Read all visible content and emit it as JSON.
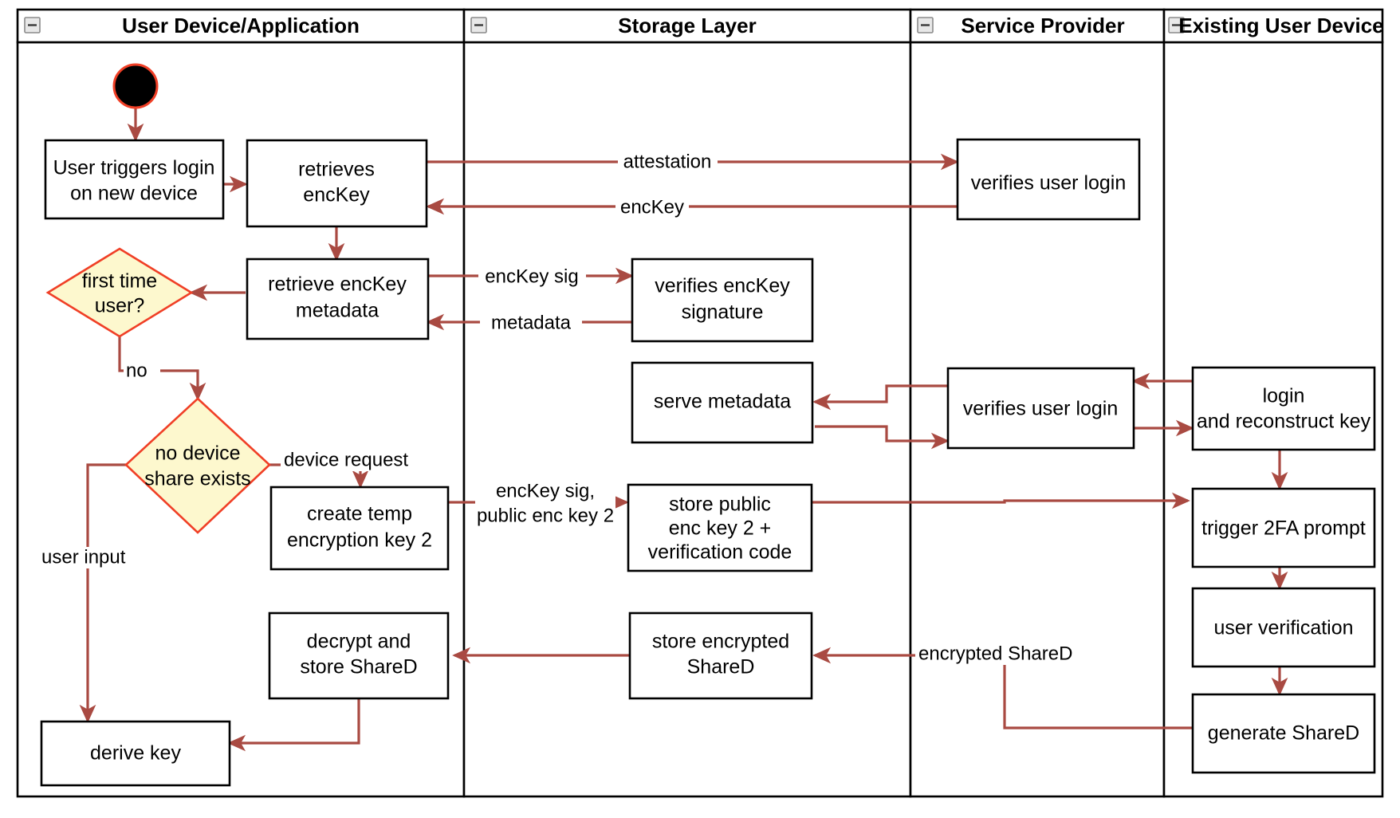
{
  "diagram": {
    "title": "Key recovery / new device login activity diagram",
    "colors": {
      "flow_arrow": "#a94a42",
      "decision_fill": "#fdf8ce",
      "decision_stroke": "#f03f26",
      "node_stroke": "#000000",
      "node_fill": "#ffffff",
      "start_node_fill": "#000000",
      "lane_border": "#000000",
      "background": "#ffffff"
    },
    "lanes": [
      {
        "id": "lane-user-device",
        "label": "User Device/Application",
        "collapse_icon": "minus-icon"
      },
      {
        "id": "lane-storage",
        "label": "Storage Layer",
        "collapse_icon": "minus-icon"
      },
      {
        "id": "lane-service-provider",
        "label": "Service Provider",
        "collapse_icon": "minus-icon"
      },
      {
        "id": "lane-existing-device",
        "label": "Existing User Device",
        "collapse_icon": "minus-icon"
      }
    ],
    "nodes": [
      {
        "id": "start",
        "lane": "lane-user-device",
        "type": "initial",
        "label": ""
      },
      {
        "id": "user-triggers-login",
        "lane": "lane-user-device",
        "type": "action",
        "label": "User triggers login\non new device",
        "lines": [
          "User triggers login",
          "on new device"
        ]
      },
      {
        "id": "retrieves-enckey",
        "lane": "lane-user-device",
        "type": "action",
        "label": "retrieves\nencKey",
        "lines": [
          "retrieves",
          "encKey"
        ]
      },
      {
        "id": "retrieve-enckey-metadata",
        "lane": "lane-user-device",
        "type": "action",
        "label": "retrieve encKey\nmetadata",
        "lines": [
          "retrieve encKey",
          "metadata"
        ]
      },
      {
        "id": "first-time-user",
        "lane": "lane-user-device",
        "type": "decision",
        "label": "first time\nuser?",
        "lines": [
          "first time",
          "user?"
        ]
      },
      {
        "id": "no-device-share-exists",
        "lane": "lane-user-device",
        "type": "decision",
        "label": "no device\nshare exists",
        "lines": [
          "no device",
          "share exists"
        ]
      },
      {
        "id": "create-temp-encryption-key-2",
        "lane": "lane-user-device",
        "type": "action",
        "label": "create temp\nencryption key 2",
        "lines": [
          "create temp",
          "encryption key 2"
        ]
      },
      {
        "id": "decrypt-and-store-shared",
        "lane": "lane-user-device",
        "type": "action",
        "label": "decrypt and\nstore ShareD",
        "lines": [
          "decrypt and",
          "store ShareD"
        ]
      },
      {
        "id": "derive-key",
        "lane": "lane-user-device",
        "type": "action",
        "label": "derive key",
        "lines": [
          "derive key"
        ]
      },
      {
        "id": "verifies-enckey-signature",
        "lane": "lane-storage",
        "type": "action",
        "label": "verifies encKey\nsignature",
        "lines": [
          "verifies encKey",
          "signature"
        ]
      },
      {
        "id": "serve-metadata",
        "lane": "lane-storage",
        "type": "action",
        "label": "serve metadata",
        "lines": [
          "serve metadata"
        ]
      },
      {
        "id": "store-public-enc-key-2",
        "lane": "lane-storage",
        "type": "action",
        "label": "store public\nenc key 2 +\nverification code",
        "lines": [
          "store public",
          "enc key 2 +",
          "verification code"
        ]
      },
      {
        "id": "store-encrypted-shared",
        "lane": "lane-storage",
        "type": "action",
        "label": "store encrypted\nShareD",
        "lines": [
          "store encrypted",
          "ShareD"
        ]
      },
      {
        "id": "verifies-user-login-1",
        "lane": "lane-service-provider",
        "type": "action",
        "label": "verifies user login",
        "lines": [
          "verifies user login"
        ]
      },
      {
        "id": "verifies-user-login-2",
        "lane": "lane-service-provider",
        "type": "action",
        "label": "verifies user login",
        "lines": [
          "verifies user login"
        ]
      },
      {
        "id": "login-and-reconstruct-key",
        "lane": "lane-existing-device",
        "type": "action",
        "label": "login\nand reconstruct key",
        "lines": [
          "login",
          "and reconstruct key"
        ]
      },
      {
        "id": "trigger-2fa-prompt",
        "lane": "lane-existing-device",
        "type": "action",
        "label": "trigger 2FA prompt",
        "lines": [
          "trigger 2FA prompt"
        ]
      },
      {
        "id": "user-verification",
        "lane": "lane-existing-device",
        "type": "action",
        "label": "user verification",
        "lines": [
          "user verification"
        ]
      },
      {
        "id": "generate-shared",
        "lane": "lane-existing-device",
        "type": "action",
        "label": "generate ShareD",
        "lines": [
          "generate ShareD"
        ]
      }
    ],
    "edges": [
      {
        "id": "e-start-login",
        "from": "start",
        "to": "user-triggers-login",
        "label": ""
      },
      {
        "id": "e-login-retrieves",
        "from": "user-triggers-login",
        "to": "retrieves-enckey",
        "label": ""
      },
      {
        "id": "e-attestation",
        "from": "retrieves-enckey",
        "to": "verifies-user-login-1",
        "label": "attestation"
      },
      {
        "id": "e-enckey",
        "from": "verifies-user-login-1",
        "to": "retrieves-enckey",
        "label": "encKey"
      },
      {
        "id": "e-retrieves-metadata",
        "from": "retrieves-enckey",
        "to": "retrieve-enckey-metadata",
        "label": ""
      },
      {
        "id": "e-enckey-sig",
        "from": "retrieve-enckey-metadata",
        "to": "verifies-enckey-signature",
        "label": "encKey sig"
      },
      {
        "id": "e-metadata",
        "from": "verifies-enckey-signature",
        "to": "retrieve-enckey-metadata",
        "label": "metadata"
      },
      {
        "id": "e-metadata-firsttime",
        "from": "retrieve-enckey-metadata",
        "to": "first-time-user",
        "label": ""
      },
      {
        "id": "e-no",
        "from": "first-time-user",
        "to": "no-device-share-exists",
        "label": "no"
      },
      {
        "id": "e-device-request",
        "from": "no-device-share-exists",
        "to": "create-temp-encryption-key-2",
        "label": "device request"
      },
      {
        "id": "e-user-input",
        "from": "no-device-share-exists",
        "to": "derive-key",
        "label": "user input"
      },
      {
        "id": "e-enckey-sig-public",
        "from": "create-temp-encryption-key-2",
        "to": "store-public-enc-key-2",
        "label": "encKey sig,\npublic enc key 2",
        "lines": [
          "encKey sig,",
          "public enc key 2"
        ]
      },
      {
        "id": "e-store-trigger2fa",
        "from": "store-public-enc-key-2",
        "to": "trigger-2fa-prompt",
        "label": ""
      },
      {
        "id": "e-existing-to-sp",
        "from": "login-and-reconstruct-key",
        "to": "verifies-user-login-2",
        "label": ""
      },
      {
        "id": "e-sp-to-existing",
        "from": "verifies-user-login-2",
        "to": "login-and-reconstruct-key",
        "label": ""
      },
      {
        "id": "e-sp-serve-metadata-in",
        "from": "verifies-user-login-2",
        "to": "serve-metadata",
        "label": ""
      },
      {
        "id": "e-serve-metadata-out",
        "from": "serve-metadata",
        "to": "verifies-user-login-2",
        "label": ""
      },
      {
        "id": "e-2fa-userverif",
        "from": "trigger-2fa-prompt",
        "to": "user-verification",
        "label": ""
      },
      {
        "id": "e-userverif-generate",
        "from": "user-verification",
        "to": "generate-shared",
        "label": ""
      },
      {
        "id": "e-encrypted-shared",
        "from": "generate-shared",
        "to": "store-encrypted-shared",
        "label": "encrypted ShareD"
      },
      {
        "id": "e-store-decrypt",
        "from": "store-encrypted-shared",
        "to": "decrypt-and-store-shared",
        "label": ""
      },
      {
        "id": "e-decrypt-derive",
        "from": "decrypt-and-store-shared",
        "to": "derive-key",
        "label": ""
      },
      {
        "id": "e-login-reconstruct-2fa",
        "from": "login-and-reconstruct-key",
        "to": "trigger-2fa-prompt",
        "label": ""
      }
    ],
    "edge_labels": {
      "attestation": "attestation",
      "enckey": "encKey",
      "enckey_sig": "encKey sig",
      "metadata": "metadata",
      "no": "no",
      "device_request": "device request",
      "user_input": "user input",
      "enckey_sig_public_1": "encKey sig,",
      "enckey_sig_public_2": "public enc key 2",
      "encrypted_shared": "encrypted ShareD"
    }
  }
}
